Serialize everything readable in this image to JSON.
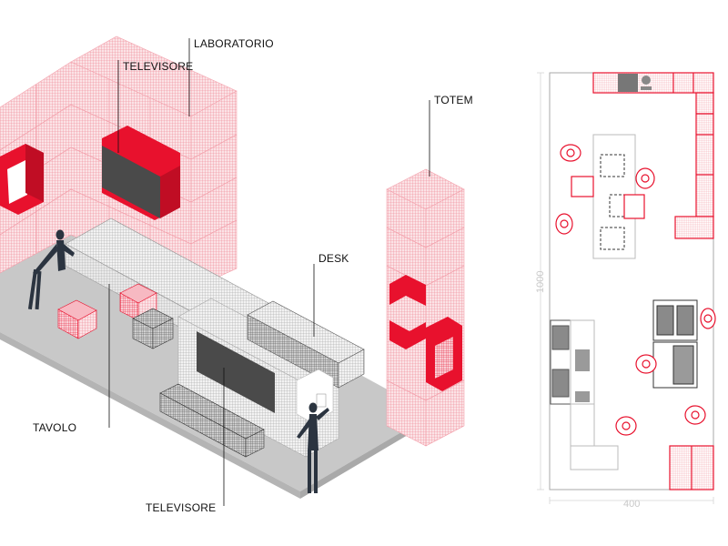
{
  "labels": {
    "laboratorio": "LABORATORIO",
    "televisore_top": "TELEVISORE",
    "totem": "TOTEM",
    "desk": "DESK",
    "tavolo": "TAVOLO",
    "televisore_bottom": "TELEVISORE"
  },
  "plan": {
    "length_dim": "1000",
    "width_dim": "400"
  },
  "colors": {
    "accent_red": "#e8112d",
    "light_red": "#f4a3ae",
    "floor_gray": "#c9c9c9",
    "dark_screen": "#4a4a4a",
    "figure": "#2b3440",
    "mesh_gray": "#8a8a8a"
  }
}
